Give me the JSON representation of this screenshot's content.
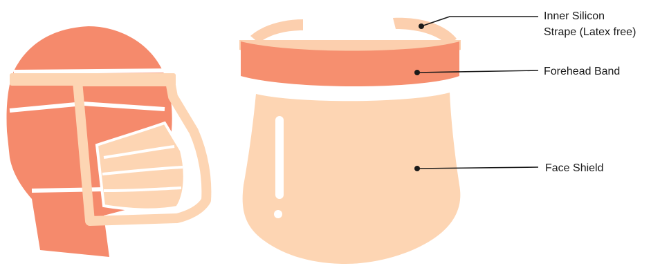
{
  "colors": {
    "skin": "#f58a6c",
    "shield": "#fdd5b3",
    "band": "#f68f6f",
    "strap": "#fccfae",
    "line": "#1a1a1a",
    "background": "#ffffff"
  },
  "labels": {
    "strap_line1": "Inner Silicon",
    "strap_line2": "Strape (Latex free)",
    "forehead": "Forehead Band",
    "shield": "Face Shield"
  }
}
